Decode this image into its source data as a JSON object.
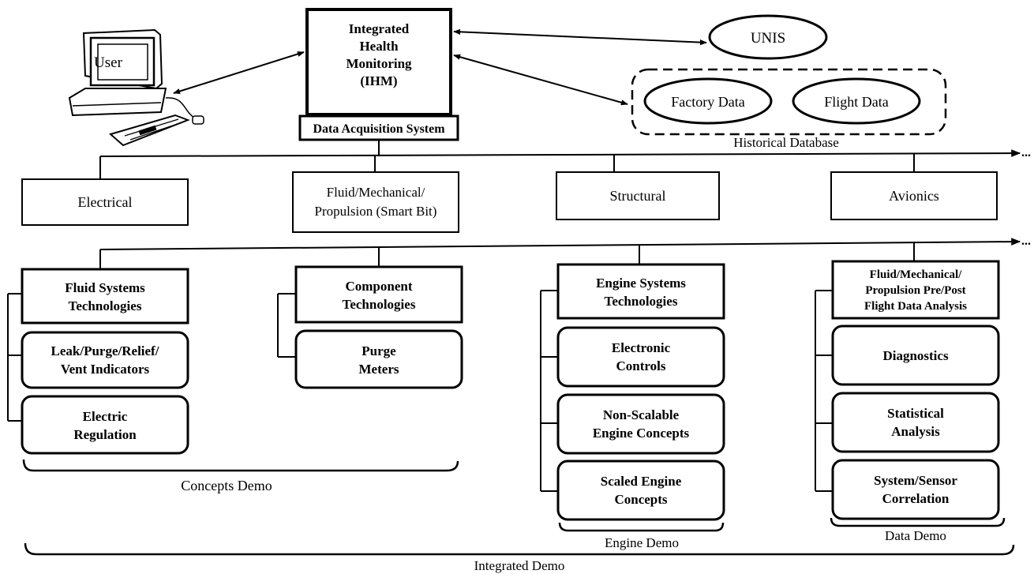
{
  "user": {
    "label": "User"
  },
  "ihm": {
    "lines": [
      "Integrated",
      "Health",
      "Monitoring",
      "(IHM)"
    ]
  },
  "das": {
    "label": "Data Acquisition System"
  },
  "unis": {
    "label": "UNIS"
  },
  "historical": {
    "factory": "Factory Data",
    "flight": "Flight Data",
    "caption": "Historical Database"
  },
  "continuation": "...",
  "categories": {
    "electrical": [
      "Electrical"
    ],
    "fluid": [
      "Fluid/Mechanical/",
      "Propulsion (Smart Bit)"
    ],
    "structural": [
      "Structural"
    ],
    "avionics": [
      "Avionics"
    ]
  },
  "columns": {
    "fluid_systems": {
      "header": [
        "Fluid Systems",
        "Technologies"
      ],
      "items": [
        [
          "Leak/Purge/Relief/",
          "Vent Indicators"
        ],
        [
          "Electric",
          "Regulation"
        ]
      ]
    },
    "component": {
      "header": [
        "Component",
        "Technologies"
      ],
      "items": [
        [
          "Purge",
          "Meters"
        ]
      ]
    },
    "engine_systems": {
      "header": [
        "Engine Systems",
        "Technologies"
      ],
      "items": [
        [
          "Electronic",
          "Controls"
        ],
        [
          "Non-Scalable",
          "Engine Concepts"
        ],
        [
          "Scaled Engine",
          "Concepts"
        ]
      ]
    },
    "fluid_analysis": {
      "header": [
        "Fluid/Mechanical/",
        "Propulsion Pre/Post",
        "Flight Data Analysis"
      ],
      "items": [
        [
          "Diagnostics"
        ],
        [
          "Statistical",
          "Analysis"
        ],
        [
          "System/Sensor",
          "Correlation"
        ]
      ]
    }
  },
  "demos": {
    "concepts": "Concepts Demo",
    "engine": "Engine Demo",
    "data": "Data Demo",
    "integrated": "Integrated Demo"
  }
}
